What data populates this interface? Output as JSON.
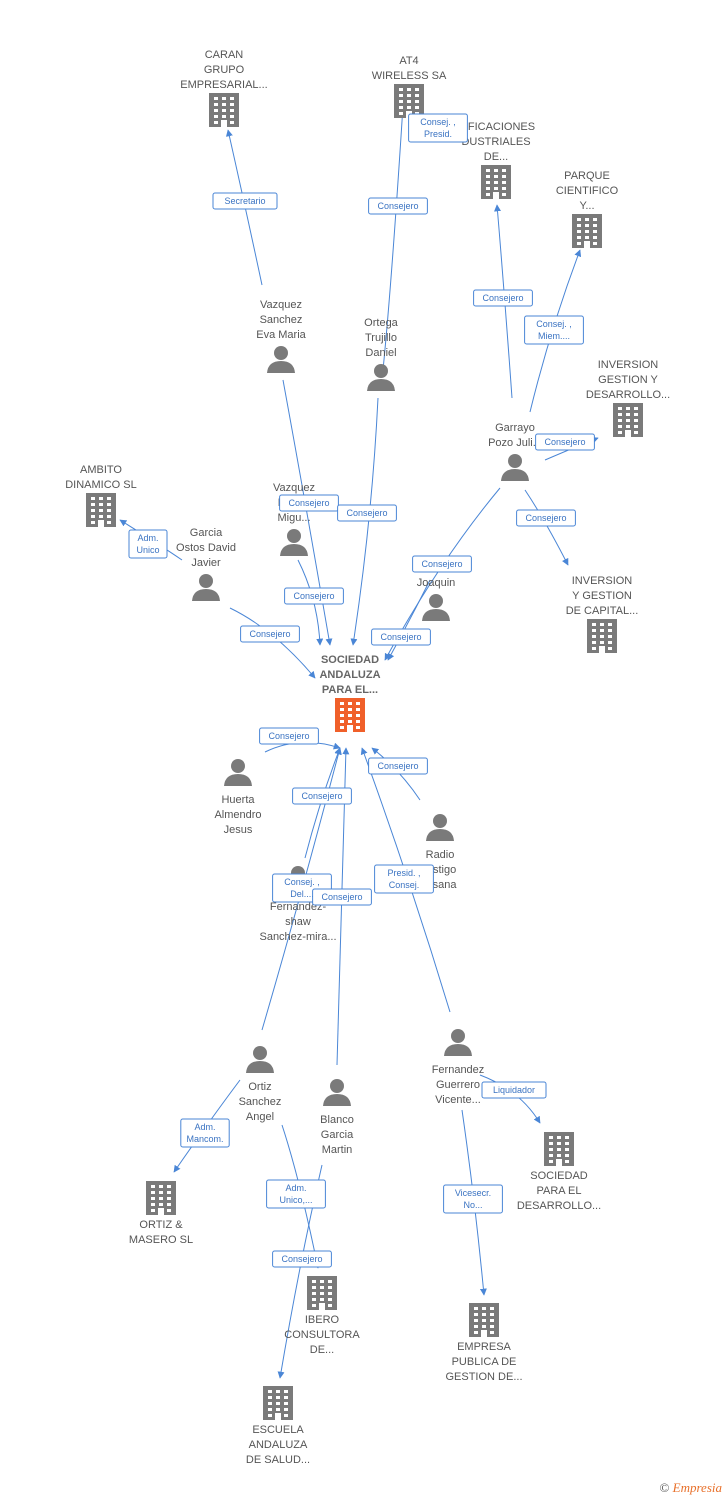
{
  "colors": {
    "company_icon": "#7a7a7a",
    "center_icon": "#f0602a",
    "person_icon": "#7a7a7a",
    "edge": "#4a86d6",
    "label_text": "#555555"
  },
  "nodes": [
    {
      "id": "center",
      "type": "center",
      "lines": [
        "SOCIEDAD",
        "ANDALUZA",
        "PARA EL..."
      ]
    },
    {
      "id": "caran",
      "type": "company",
      "lines": [
        "CARAN",
        "GRUPO",
        "EMPRESARIAL..."
      ]
    },
    {
      "id": "at4",
      "type": "company",
      "lines": [
        "AT4",
        "WIRELESS SA"
      ]
    },
    {
      "id": "certif",
      "type": "company",
      "lines": [
        "RIFICACIONES",
        "DUSTRIALES",
        "DE..."
      ]
    },
    {
      "id": "parque",
      "type": "company",
      "lines": [
        "PARQUE",
        "CIENTIFICO",
        "Y..."
      ]
    },
    {
      "id": "inv_desarrollo",
      "type": "company",
      "lines": [
        "INVERSION",
        "GESTION Y",
        "DESARROLLO..."
      ]
    },
    {
      "id": "ambito",
      "type": "company",
      "lines": [
        "AMBITO",
        "DINAMICO SL"
      ]
    },
    {
      "id": "inv_capital",
      "type": "company",
      "lines": [
        "INVERSION",
        "Y GESTION",
        "DE CAPITAL..."
      ]
    },
    {
      "id": "ortiz_masero",
      "type": "company",
      "lines": [
        "ORTIZ &",
        "MASERO SL"
      ]
    },
    {
      "id": "ibero",
      "type": "company",
      "lines": [
        "IBERO",
        "CONSULTORA",
        "DE..."
      ]
    },
    {
      "id": "soc_desarrollo",
      "type": "company",
      "lines": [
        "SOCIEDAD",
        "PARA EL",
        "DESARROLLO..."
      ]
    },
    {
      "id": "empresa_publica",
      "type": "company",
      "lines": [
        "EMPRESA",
        "PUBLICA DE",
        "GESTION DE..."
      ]
    },
    {
      "id": "escuela",
      "type": "company",
      "lines": [
        "ESCUELA",
        "ANDALUZA",
        "DE SALUD..."
      ]
    },
    {
      "id": "vazquez_eva",
      "type": "person",
      "lines": [
        "Vazquez",
        "Sanchez",
        "Eva Maria"
      ]
    },
    {
      "id": "ortega",
      "type": "person",
      "lines": [
        "Ortega",
        "Trujillo",
        "Daniel"
      ]
    },
    {
      "id": "garrayo",
      "type": "person",
      "lines": [
        "Garrayo",
        "Pozo Juli..."
      ]
    },
    {
      "id": "vazquez_b",
      "type": "person",
      "lines": [
        "Vazquez",
        "Bern...",
        "Migu..."
      ]
    },
    {
      "id": "garcia_ostos",
      "type": "person",
      "lines": [
        "Garcia",
        "Ostos David",
        "Javier"
      ]
    },
    {
      "id": "d_joaquin",
      "type": "person",
      "lines": [
        "D...",
        "Joaquin"
      ]
    },
    {
      "id": "huerta",
      "type": "person",
      "lines": [
        "Huerta",
        "Almendro",
        "Jesus"
      ]
    },
    {
      "id": "radio",
      "type": "person",
      "lines": [
        "Radio",
        "...stigo",
        "...sana"
      ]
    },
    {
      "id": "fernandez_shaw",
      "type": "person",
      "lines": [
        "Fernandez-",
        "shaw",
        "Sanchez-mira..."
      ]
    },
    {
      "id": "ortiz_sanchez",
      "type": "person",
      "lines": [
        "Ortiz",
        "Sanchez",
        "Angel"
      ]
    },
    {
      "id": "blanco",
      "type": "person",
      "lines": [
        "Blanco",
        "Garcia",
        "Martin"
      ]
    },
    {
      "id": "fernandez_guerrero",
      "type": "person",
      "lines": [
        "Fernandez",
        "Guerrero",
        "Vicente..."
      ]
    }
  ],
  "edges": [
    {
      "from": "vazquez_eva",
      "to": "caran",
      "label": [
        "Secretario"
      ]
    },
    {
      "from": "ortega",
      "to": "at4",
      "label": [
        "Consejero"
      ]
    },
    {
      "from": "ortega",
      "to": "at4",
      "label": [
        "Consej. ,",
        "Presid."
      ]
    },
    {
      "from": "garrayo",
      "to": "certif",
      "label": [
        "Consejero"
      ]
    },
    {
      "from": "garrayo",
      "to": "parque",
      "label": [
        "Consej. ,",
        "Miem...."
      ]
    },
    {
      "from": "garrayo",
      "to": "inv_desarrollo",
      "label": [
        "Consejero"
      ]
    },
    {
      "from": "garrayo",
      "to": "inv_capital",
      "label": [
        "Consejero"
      ]
    },
    {
      "from": "garrayo",
      "to": "center",
      "label": [
        "Consejero"
      ]
    },
    {
      "from": "garcia_ostos",
      "to": "ambito",
      "label": [
        "Adm.",
        "Unico"
      ]
    },
    {
      "from": "vazquez_eva",
      "to": "center",
      "label": [
        "Consejero"
      ]
    },
    {
      "from": "ortega",
      "to": "center",
      "label": [
        "Consejero"
      ]
    },
    {
      "from": "vazquez_b",
      "to": "center",
      "label": [
        "Consejero"
      ]
    },
    {
      "from": "garcia_ostos",
      "to": "center",
      "label": [
        "Consejero"
      ]
    },
    {
      "from": "d_joaquin",
      "to": "center",
      "label": [
        "Consejero"
      ]
    },
    {
      "from": "huerta",
      "to": "center",
      "label": [
        "Consejero"
      ]
    },
    {
      "from": "radio",
      "to": "center",
      "label": [
        "Consejero"
      ]
    },
    {
      "from": "fernandez_shaw",
      "to": "center",
      "label": [
        "Consejero"
      ]
    },
    {
      "from": "ortiz_sanchez",
      "to": "center",
      "label": [
        "Consej. ,",
        "Del...."
      ]
    },
    {
      "from": "blanco",
      "to": "center",
      "label": [
        "Consejero"
      ]
    },
    {
      "from": "fernandez_guerrero",
      "to": "center",
      "label": [
        "Presid. ,",
        "Consej."
      ]
    },
    {
      "from": "ortiz_sanchez",
      "to": "ortiz_masero",
      "label": [
        "Adm.",
        "Mancom."
      ]
    },
    {
      "from": "ortiz_sanchez",
      "to": "ibero",
      "label": [
        "Adm.",
        "Unico,..."
      ]
    },
    {
      "from": "blanco",
      "to": "escuela",
      "label": [
        "Consejero"
      ]
    },
    {
      "from": "fernandez_guerrero",
      "to": "soc_desarrollo",
      "label": [
        "Liquidador"
      ]
    },
    {
      "from": "fernandez_guerrero",
      "to": "empresa_publica",
      "label": [
        "Vicesecr.",
        "No..."
      ]
    }
  ],
  "footer": {
    "copyright": "©",
    "brand": "Empresia"
  }
}
